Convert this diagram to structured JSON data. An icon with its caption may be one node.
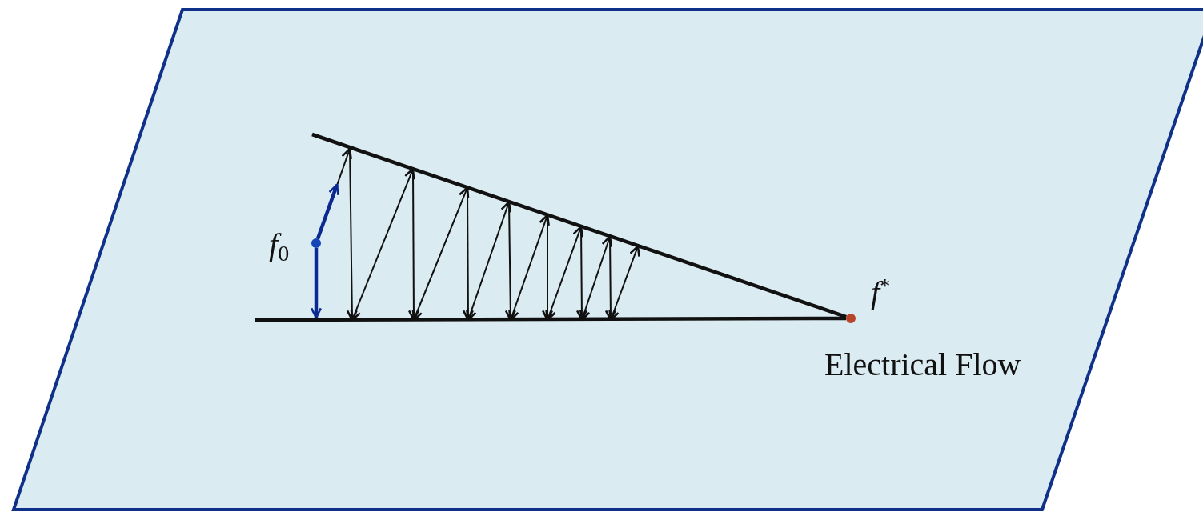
{
  "diagram": {
    "nodes": [
      {
        "text": [
          "*f*$_{0}$"
        ]
      },
      {
        "text": [
          "*f*$^{*}$"
        ],
        "beside": [
          "Electrical Flow"
        ]
      }
    ],
    "edges": [
      {
        "from": 0,
        "to": null,
        "arrow": "to",
        "color": "#0a2a92"
      },
      {
        "from": 0,
        "to": null,
        "arrow": "to",
        "color": "#0a2a92"
      },
      {
        "from": null,
        "to": 1,
        "arrow": "none",
        "color": "#111111"
      },
      {
        "from": null,
        "to": 1,
        "arrow": "none",
        "color": "#111111"
      }
    ]
  }
}
